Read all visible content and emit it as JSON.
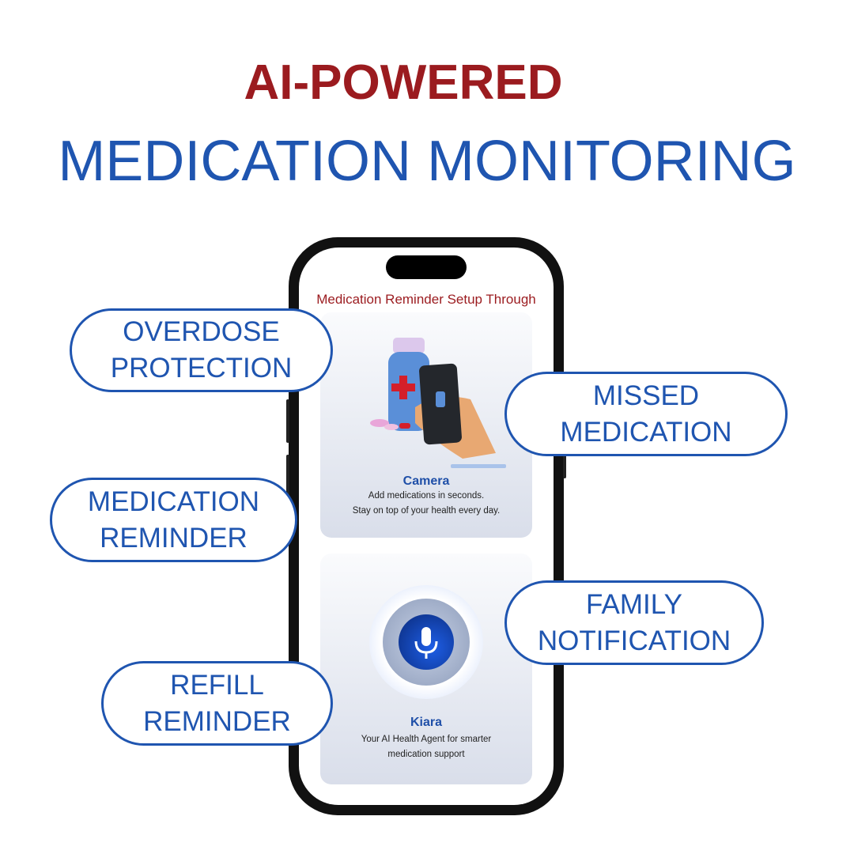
{
  "headline": {
    "line1": "AI-POWERED",
    "line2": "MEDICATION MONITORING"
  },
  "colors": {
    "red": "#9b1b1f",
    "blue": "#1f55b0"
  },
  "phone": {
    "header": "Medication Reminder Setup Through",
    "cards": [
      {
        "title": "Camera",
        "lines": [
          "Add medications in seconds.",
          "Stay on top of your health every day."
        ],
        "icon": "phone-camera-pill-bottle-illustration"
      },
      {
        "title": "Kiara",
        "lines": [
          "Your AI Health Agent for smarter",
          "medication support"
        ],
        "icon": "microphone-icon"
      }
    ]
  },
  "features": [
    {
      "line1": "OVERDOSE",
      "line2": "PROTECTION"
    },
    {
      "line1": "MISSED",
      "line2": "MEDICATION"
    },
    {
      "line1": "MEDICATION",
      "line2": "REMINDER"
    },
    {
      "line1": "FAMILY",
      "line2": "NOTIFICATION"
    },
    {
      "line1": "REFILL",
      "line2": "REMINDER"
    }
  ]
}
